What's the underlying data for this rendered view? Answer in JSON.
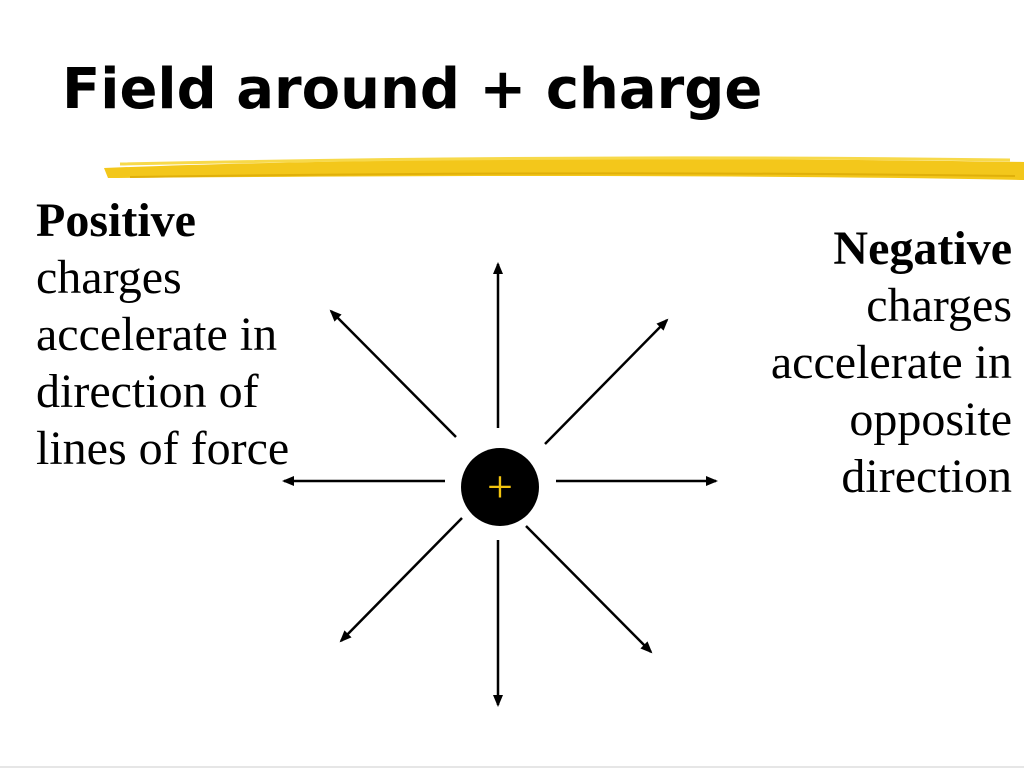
{
  "slide": {
    "title": "Field around + charge",
    "left": {
      "heading": "Positive",
      "body": "charges accelerate in direction of lines of force"
    },
    "right": {
      "heading": "Negative",
      "body": "charges accelerate in opposite direction"
    },
    "charge": {
      "symbol": "+",
      "fill_color": "#000000",
      "symbol_color": "#f2c40f"
    },
    "accent_color": "#f2c40f",
    "arrow_directions": [
      "up",
      "up-right",
      "right",
      "down-right",
      "down",
      "down-left",
      "left",
      "up-left"
    ]
  }
}
